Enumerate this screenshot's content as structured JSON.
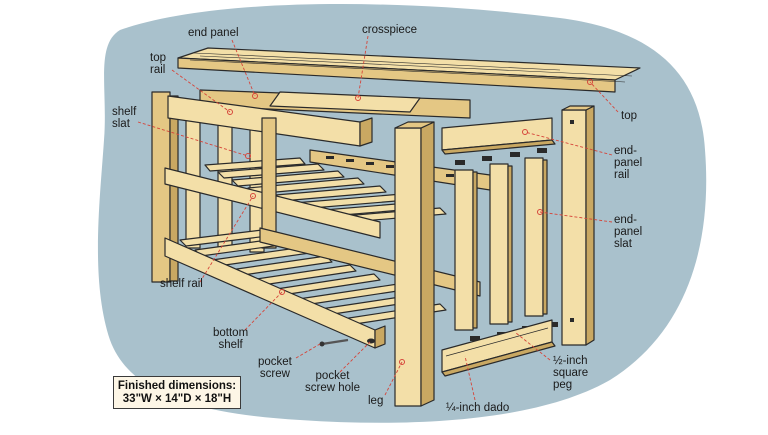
{
  "labels": {
    "end_panel": "end panel",
    "crosspiece": "crosspiece",
    "top_rail": "top\nrail",
    "shelf_slat": "shelf\nslat",
    "top": "top",
    "end_panel_rail": "end-\npanel\nrail",
    "end_panel_slat": "end-\npanel\nslat",
    "shelf_rail": "shelf rail",
    "bottom_shelf": "bottom\nshelf",
    "pocket_screw": "pocket\nscrew",
    "pocket_screw_hole": "pocket\nscrew hole",
    "leg": "leg",
    "dado": "¼-inch dado",
    "square_peg": "½-inch\nsquare\npeg"
  },
  "dimensions": {
    "title": "Finished dimensions:",
    "value": "33\"W × 14\"D × 18\"H"
  },
  "colors": {
    "background_blob": "#a9c1cc",
    "wood": "#f3dfa8",
    "wood_shade": "#e4c784",
    "wood_dark": "#c9a862",
    "outline": "#2a2a2a",
    "leader": "#d6453a"
  }
}
